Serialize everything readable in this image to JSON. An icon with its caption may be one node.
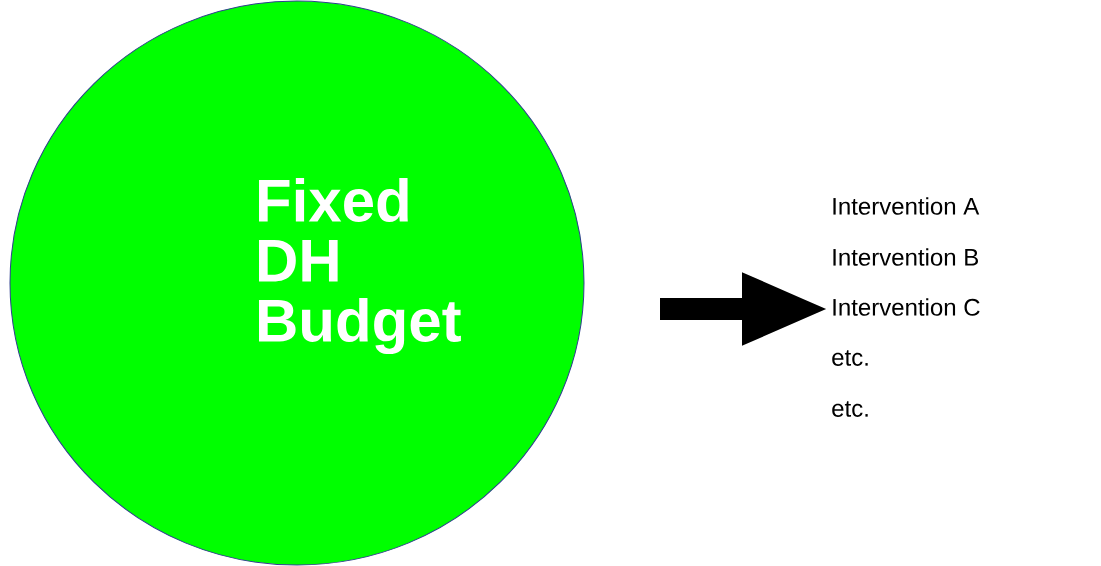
{
  "diagram": {
    "nodes": [
      {
        "text": [
          "Fixed DH Budget"
        ]
      },
      {
        "text": [
          "Intervention C"
        ]
      }
    ],
    "edges": [
      {
        "from": null,
        "to": 1,
        "arrow": "to"
      }
    ],
    "labels": [
      "Intervention A",
      "Intervention B",
      "etc.",
      "etc."
    ]
  }
}
